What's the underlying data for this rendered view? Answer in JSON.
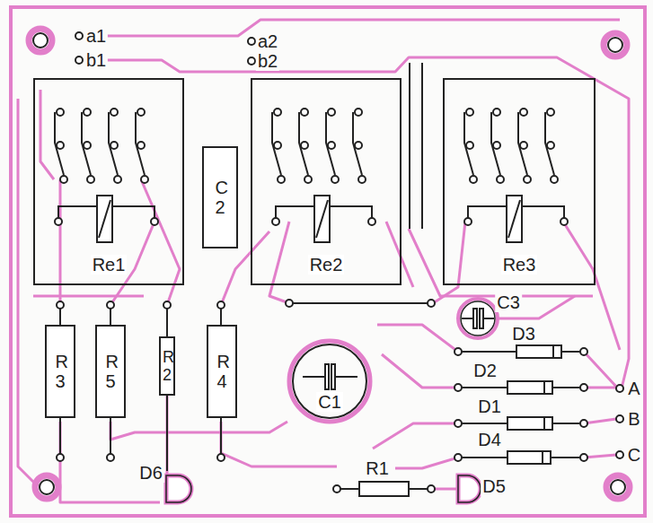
{
  "diagram": {
    "nodes": [
      {
        "text": [
          "Re1"
        ]
      },
      {
        "text": [
          "Re2"
        ]
      },
      {
        "text": [
          "Re3"
        ]
      },
      {
        "text": [
          "C 2"
        ]
      },
      {
        "text": [
          "R 3"
        ]
      },
      {
        "text": [
          "R 5"
        ]
      },
      {
        "text": [
          "R 2"
        ]
      },
      {
        "text": [
          "R 4"
        ]
      },
      {
        "text": [
          "C1"
        ]
      }
    ],
    "labels": [
      "a1",
      "b1",
      "a2",
      "b2",
      "C3",
      "D3",
      "D2",
      "D1",
      "D4",
      "A",
      "B",
      "C",
      "R1",
      "D6",
      "D5"
    ]
  }
}
